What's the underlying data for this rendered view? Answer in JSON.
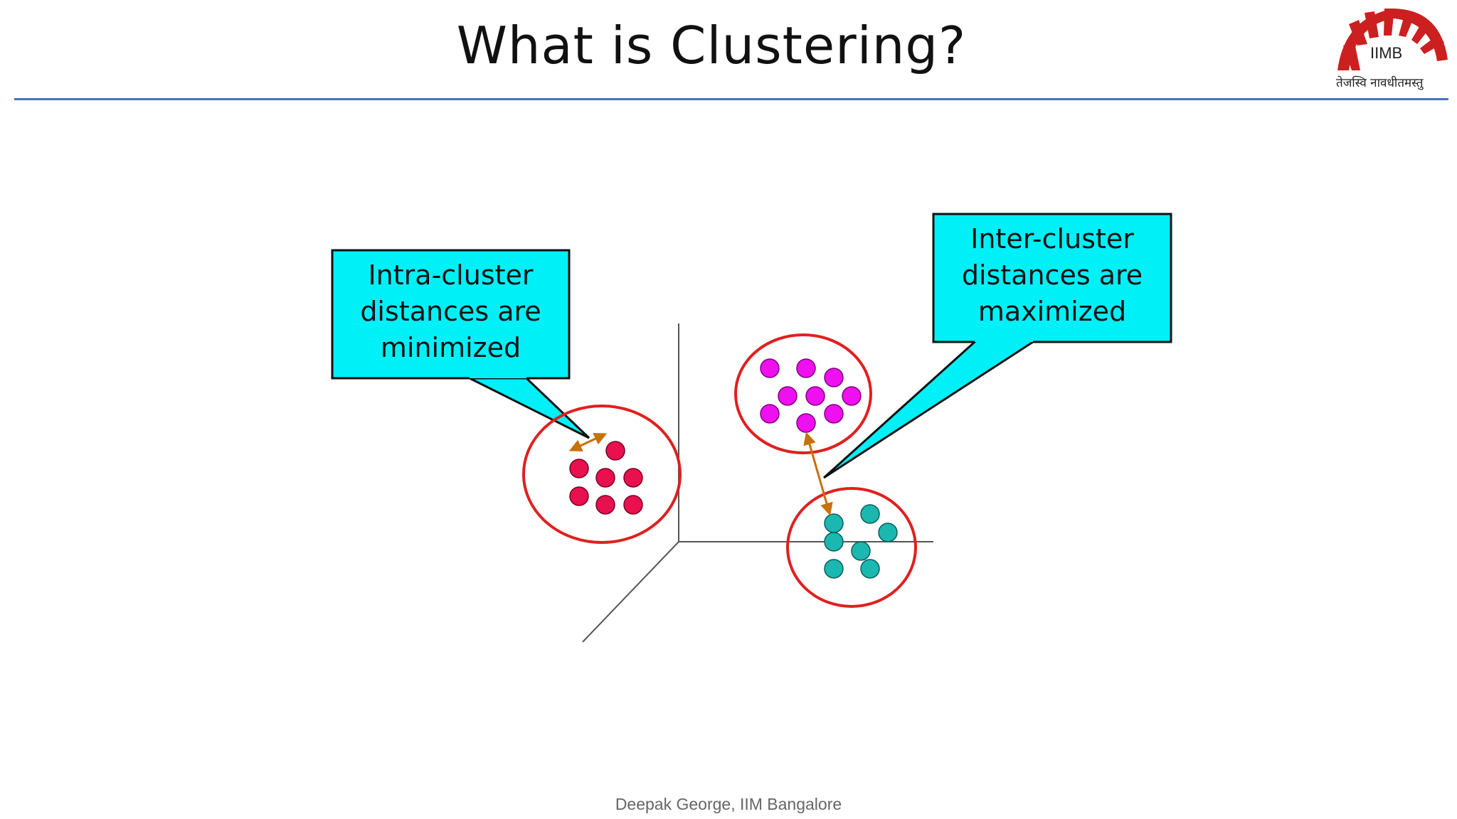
{
  "slide": {
    "title": "What is Clustering?",
    "footer": "Deepak George, IIM Bangalore"
  },
  "logo": {
    "icon": "iimb-logo-icon",
    "text": "IIMB",
    "motto": "तेजस्वि नावधीतमस्तु",
    "color": "#cc1f1f"
  },
  "callouts": {
    "intra": {
      "lines": [
        "Intra-cluster",
        "distances are",
        "minimized"
      ],
      "fill": "#00f0f8"
    },
    "inter": {
      "lines": [
        "Inter-cluster",
        "distances are",
        "maximized"
      ],
      "fill": "#00f0f8"
    }
  },
  "clusters": {
    "red": {
      "color": "#e8104e",
      "points": 7
    },
    "magenta": {
      "color": "#ee10ee",
      "points": 9
    },
    "teal": {
      "color": "#1ab8b0",
      "points": 7
    }
  },
  "colors": {
    "cluster_ring": "#e02020",
    "arrow": "#c8700a",
    "axis": "#555555",
    "rule": "#4472c4"
  }
}
